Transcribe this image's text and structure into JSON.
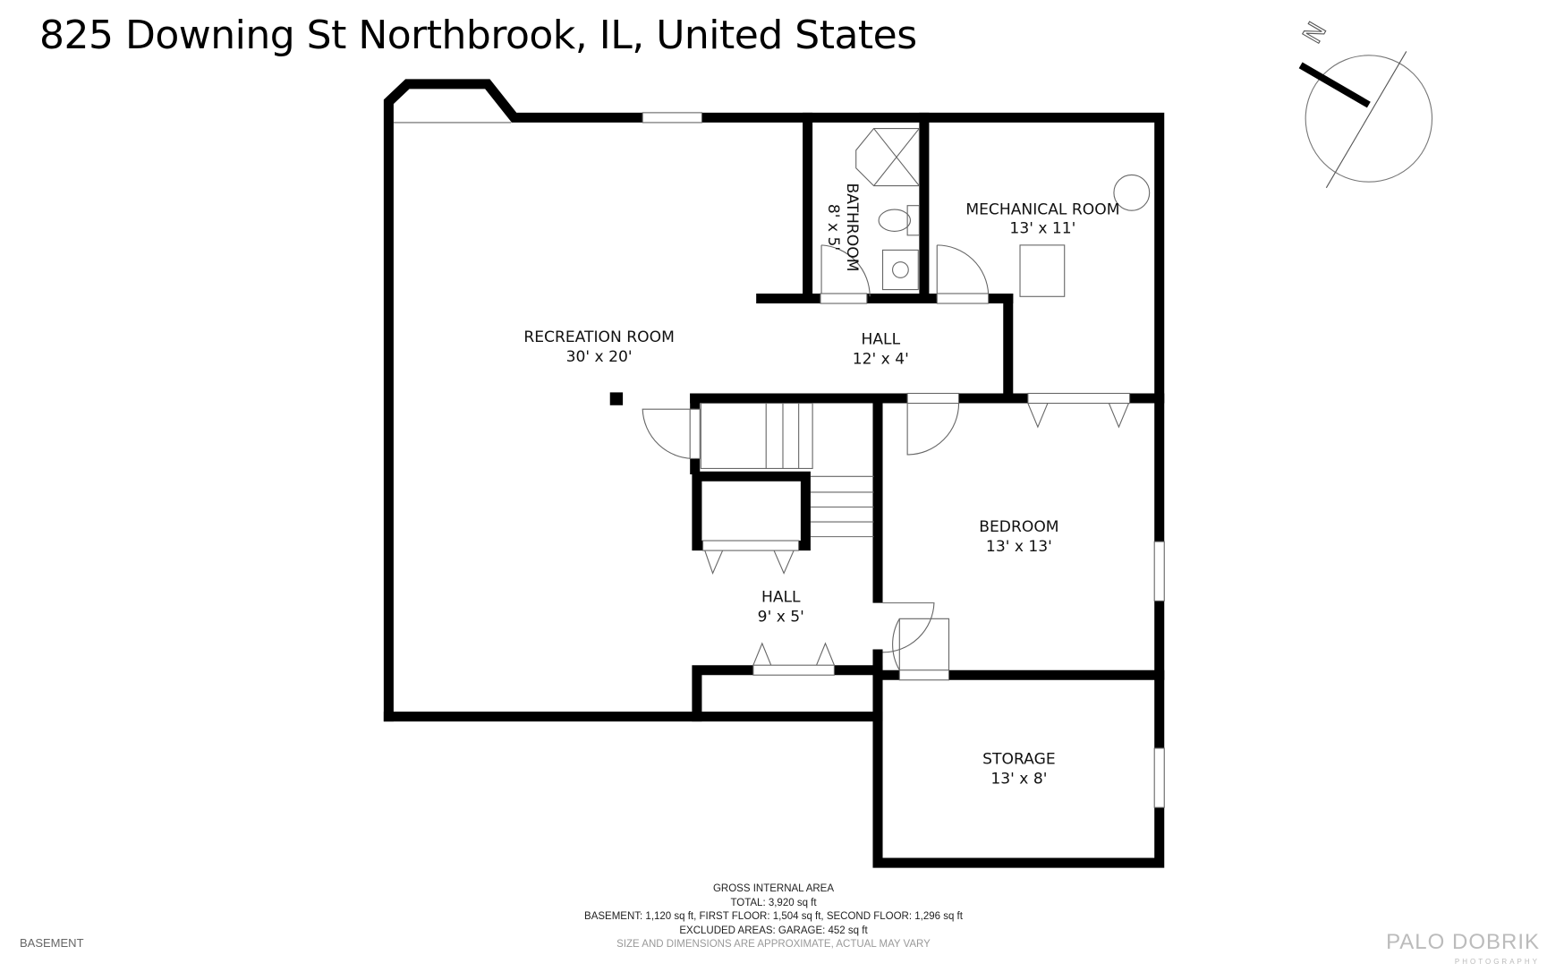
{
  "title": "825 Downing St Northbrook, IL, United States",
  "compass": {
    "label": "N",
    "icon": "north-arrow-icon"
  },
  "rooms": [
    {
      "name": "RECREATION ROOM",
      "size": "30' x 20'"
    },
    {
      "name": "BATHROOM",
      "size": "8' x 5'"
    },
    {
      "name": "MECHANICAL ROOM",
      "size": "13' x 11'"
    },
    {
      "name": "HALL",
      "size": "12' x 4'"
    },
    {
      "name": "BEDROOM",
      "size": "13' x 13'"
    },
    {
      "name": "HALL",
      "size": "9' x 5'"
    },
    {
      "name": "STORAGE",
      "size": "13' x 8'"
    }
  ],
  "footer": {
    "heading": "GROSS INTERNAL AREA",
    "total": "TOTAL: 3,920 sq ft",
    "floors": "BASEMENT: 1,120 sq ft, FIRST FLOOR: 1,504 sq ft, SECOND FLOOR: 1,296 sq ft",
    "excluded": "EXCLUDED AREAS: GARAGE: 452 sq ft",
    "disclaimer": "SIZE AND DIMENSIONS ARE APPROXIMATE, ACTUAL MAY VARY"
  },
  "floor_name": "BASEMENT",
  "logo": {
    "main": "PALO DOBRIK",
    "sub": "PHOTOGRAPHY"
  }
}
